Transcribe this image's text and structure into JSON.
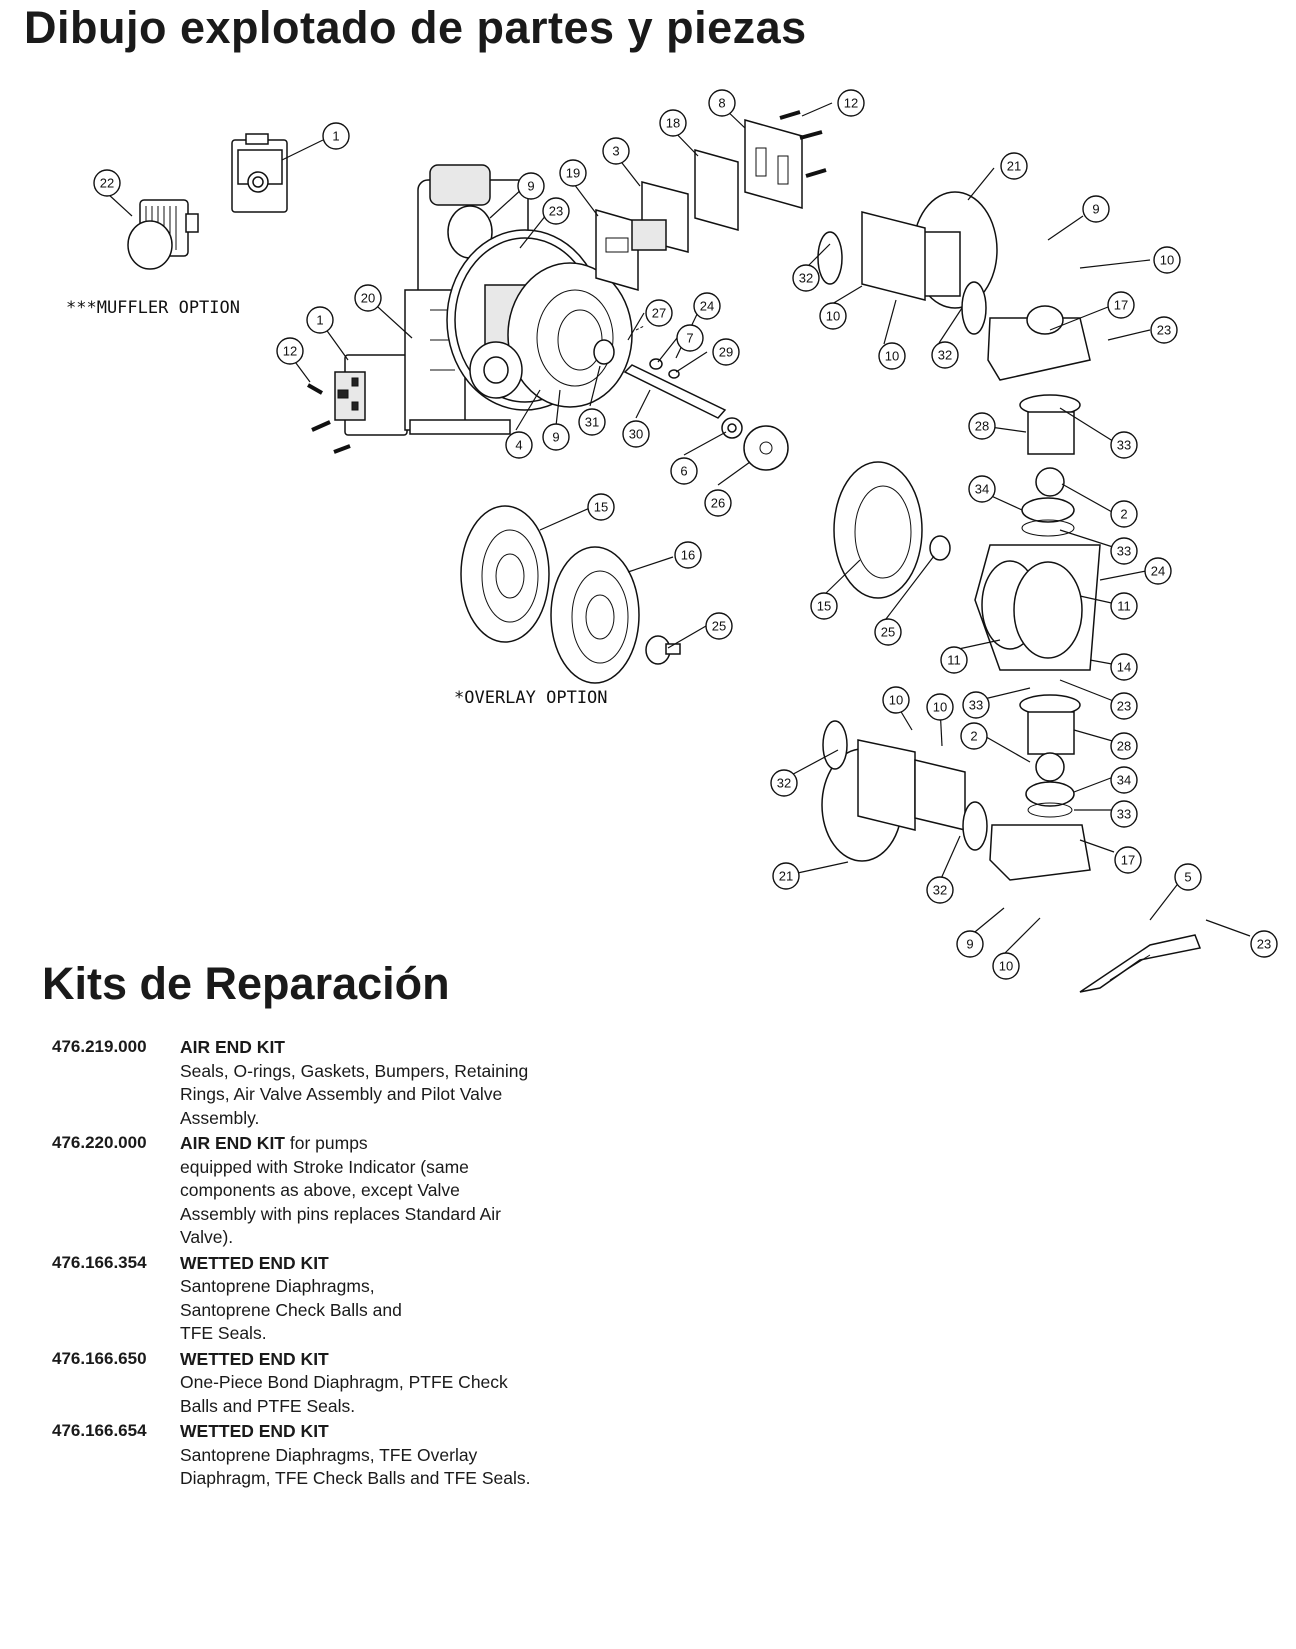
{
  "page_title": "Dibujo explotado de partes y piezas",
  "options": {
    "muffler": "***MUFFLER OPTION",
    "overlay": "*OVERLAY OPTION"
  },
  "kits_title": "Kits de Reparación",
  "kits": [
    {
      "number": "476.219.000",
      "name": "AIR END KIT",
      "suffix": "",
      "desc": "Seals, O-rings, Gaskets, Bumpers, Retaining Rings, Air Valve Assembly and Pilot Valve Assembly."
    },
    {
      "number": "476.220.000",
      "name": "AIR END KIT",
      "suffix": " for pumps",
      "desc": "equipped with Stroke Indicator (same components as above, except Valve Assembly with pins replaces Standard Air Valve)."
    },
    {
      "number": "476.166.354",
      "name": "WETTED END KIT",
      "suffix": "",
      "desc": "Santoprene Diaphragms, Santoprene Check Balls and TFE Seals."
    },
    {
      "number": "476.166.650",
      "name": "WETTED END KIT",
      "suffix": "",
      "desc": "One-Piece Bond Diaphragm, PTFE Check Balls and PTFE Seals."
    },
    {
      "number": "476.166.654",
      "name": "WETTED END KIT",
      "suffix": "",
      "desc": "Santoprene Diaphragms, TFE Overlay Diaphragm, TFE Check Balls and TFE Seals."
    }
  ],
  "callouts": [
    "1",
    "22",
    "9",
    "23",
    "19",
    "3",
    "18",
    "8",
    "12",
    "20",
    "1",
    "12",
    "27",
    "24",
    "7",
    "29",
    "4",
    "9",
    "31",
    "30",
    "6",
    "26",
    "15",
    "16",
    "25",
    "21",
    "9",
    "10",
    "32",
    "10",
    "10",
    "32",
    "17",
    "23",
    "28",
    "33",
    "34",
    "2",
    "33",
    "24",
    "11",
    "15",
    "25",
    "11",
    "14",
    "23",
    "10",
    "10",
    "33",
    "2",
    "28",
    "32",
    "34",
    "33",
    "21",
    "32",
    "17",
    "9",
    "10",
    "5",
    "23"
  ]
}
